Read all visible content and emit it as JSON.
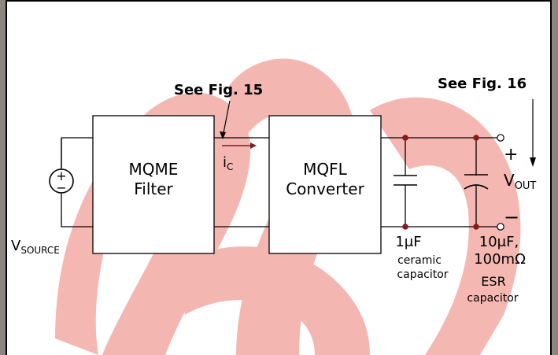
{
  "watermark": {
    "color": "#f4b3ad"
  },
  "colors": {
    "wire": "#000000",
    "arrow": "#7a1f1f",
    "node": "#8b1a1a"
  },
  "annotations": {
    "fig15": "See Fig. 15",
    "fig16": "See Fig. 16"
  },
  "blocks": {
    "filter": {
      "line1": "MQME",
      "line2": "Filter"
    },
    "converter": {
      "line1": "MQFL",
      "line2": "Converter"
    }
  },
  "source": {
    "label_main": "V",
    "label_sub": "SOURCE",
    "plus": "+",
    "minus": "−"
  },
  "current": {
    "label_main": "i",
    "label_sub": "C"
  },
  "output": {
    "plus": "+",
    "minus": "−",
    "label_main": "V",
    "label_sub": "OUT"
  },
  "cap1": {
    "value": "1μF",
    "line2": "ceramic",
    "line3": "capacitor"
  },
  "cap2": {
    "value": "10μF,",
    "line2": "100mΩ",
    "line3": "ESR",
    "line4": "capacitor"
  }
}
